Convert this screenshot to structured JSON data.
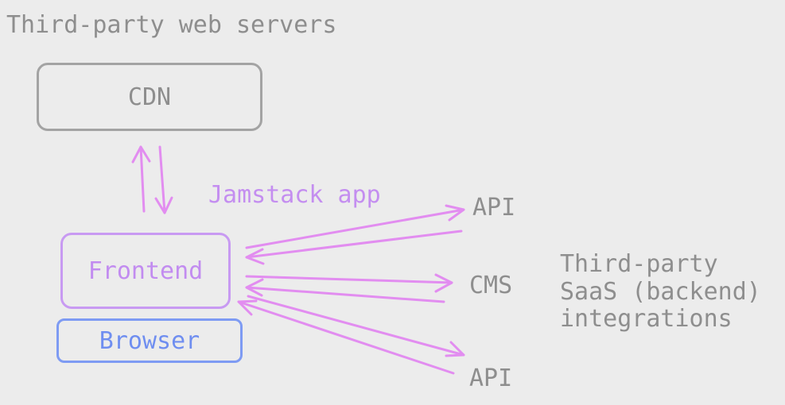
{
  "title": "Third-party web servers",
  "cdn": {
    "label": "CDN"
  },
  "jamstack": {
    "label": "Jamstack app"
  },
  "frontend": {
    "label": "Frontend"
  },
  "browser": {
    "label": "Browser"
  },
  "endpoints": {
    "api_top": "API",
    "cms": "CMS",
    "api_bottom": "API"
  },
  "saas": {
    "text": "Third-party\nSaaS (backend)\nintegrations"
  },
  "colors": {
    "arrow": "#e28df0",
    "grey_text": "#8e8e8e",
    "frontend_purple": "#c89af2",
    "browser_blue": "#7e9bf3",
    "background": "#ececec"
  }
}
